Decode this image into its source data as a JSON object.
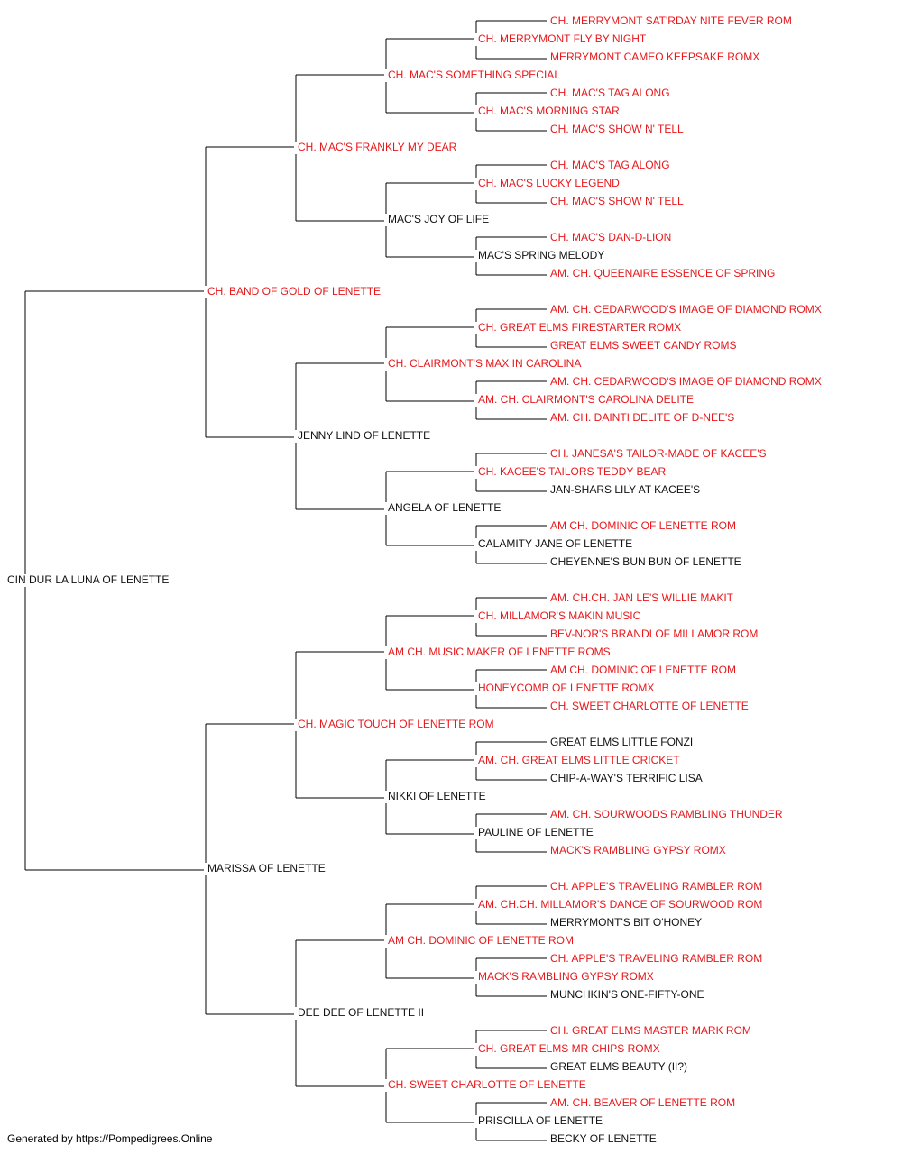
{
  "colors": {
    "champion": "#e8171b",
    "normal": "#111111",
    "line": "#000000"
  },
  "footer": "Generated by https://Pompedigrees.Online",
  "pedigree": {
    "name": "CIN DUR LA LUNA OF LENETTE",
    "champion": false,
    "sire": {
      "name": "CH. BAND OF GOLD OF LENETTE",
      "champion": true,
      "sire": {
        "name": "CH. MAC'S FRANKLY MY DEAR",
        "champion": true,
        "sire": {
          "name": "CH. MAC'S SOMETHING SPECIAL",
          "champion": true,
          "sire": {
            "name": "CH. MERRYMONT FLY BY NIGHT",
            "champion": true,
            "sire": {
              "name": "CH. MERRYMONT SAT'RDAY NITE FEVER ROM",
              "champion": true
            },
            "dam": {
              "name": "MERRYMONT CAMEO KEEPSAKE ROMX",
              "champion": true
            }
          },
          "dam": {
            "name": "CH. MAC'S MORNING STAR",
            "champion": true,
            "sire": {
              "name": "CH. MAC'S TAG ALONG",
              "champion": true
            },
            "dam": {
              "name": "CH. MAC'S SHOW N' TELL",
              "champion": true
            }
          }
        },
        "dam": {
          "name": "MAC'S JOY OF LIFE",
          "champion": false,
          "sire": {
            "name": "CH. MAC'S LUCKY LEGEND",
            "champion": true,
            "sire": {
              "name": "CH. MAC'S TAG ALONG",
              "champion": true
            },
            "dam": {
              "name": "CH. MAC'S SHOW N' TELL",
              "champion": true
            }
          },
          "dam": {
            "name": "MAC'S SPRING MELODY",
            "champion": false,
            "sire": {
              "name": "CH. MAC'S DAN-D-LION",
              "champion": true
            },
            "dam": {
              "name": "AM. CH. QUEENAIRE ESSENCE OF SPRING",
              "champion": true
            }
          }
        }
      },
      "dam": {
        "name": "JENNY LIND OF LENETTE",
        "champion": false,
        "sire": {
          "name": "CH. CLAIRMONT'S MAX IN CAROLINA",
          "champion": true,
          "sire": {
            "name": "CH. GREAT ELMS FIRESTARTER ROMX",
            "champion": true,
            "sire": {
              "name": "AM. CH. CEDARWOOD'S IMAGE OF DIAMOND ROMX",
              "champion": true
            },
            "dam": {
              "name": "GREAT ELMS SWEET CANDY ROMS",
              "champion": true
            }
          },
          "dam": {
            "name": "AM. CH. CLAIRMONT'S CAROLINA DELITE",
            "champion": true,
            "sire": {
              "name": "AM. CH. CEDARWOOD'S IMAGE OF DIAMOND ROMX",
              "champion": true
            },
            "dam": {
              "name": "AM. CH. DAINTI DELITE OF D-NEE'S",
              "champion": true
            }
          }
        },
        "dam": {
          "name": "ANGELA OF LENETTE",
          "champion": false,
          "sire": {
            "name": "CH. KACEE'S TAILORS TEDDY BEAR",
            "champion": true,
            "sire": {
              "name": "CH. JANESA'S TAILOR-MADE OF KACEE'S",
              "champion": true
            },
            "dam": {
              "name": "JAN-SHARS LILY AT KACEE'S",
              "champion": false
            }
          },
          "dam": {
            "name": "CALAMITY JANE OF LENETTE",
            "champion": false,
            "sire": {
              "name": "AM CH. DOMINIC OF LENETTE ROM",
              "champion": true
            },
            "dam": {
              "name": "CHEYENNE'S BUN BUN OF LENETTE",
              "champion": false
            }
          }
        }
      }
    },
    "dam": {
      "name": "MARISSA OF LENETTE",
      "champion": false,
      "sire": {
        "name": "CH. MAGIC TOUCH OF LENETTE ROM",
        "champion": true,
        "sire": {
          "name": "AM CH. MUSIC MAKER OF LENETTE ROMS",
          "champion": true,
          "sire": {
            "name": "CH. MILLAMOR'S MAKIN MUSIC",
            "champion": true,
            "sire": {
              "name": "AM. CH.CH. JAN LE'S WILLIE MAKIT",
              "champion": true
            },
            "dam": {
              "name": "BEV-NOR'S BRANDI OF MILLAMOR ROM",
              "champion": true
            }
          },
          "dam": {
            "name": "HONEYCOMB OF LENETTE ROMX",
            "champion": true,
            "sire": {
              "name": "AM CH. DOMINIC OF LENETTE ROM",
              "champion": true
            },
            "dam": {
              "name": "CH. SWEET CHARLOTTE OF LENETTE",
              "champion": true
            }
          }
        },
        "dam": {
          "name": "NIKKI OF LENETTE",
          "champion": false,
          "sire": {
            "name": "AM. CH. GREAT ELMS LITTLE CRICKET",
            "champion": true,
            "sire": {
              "name": "GREAT ELMS LITTLE FONZI",
              "champion": false
            },
            "dam": {
              "name": "CHIP-A-WAY'S TERRIFIC LISA",
              "champion": false
            }
          },
          "dam": {
            "name": "PAULINE OF LENETTE",
            "champion": false,
            "sire": {
              "name": "AM. CH. SOURWOODS RAMBLING THUNDER",
              "champion": true
            },
            "dam": {
              "name": "MACK'S RAMBLING GYPSY ROMX",
              "champion": true
            }
          }
        }
      },
      "dam": {
        "name": "DEE DEE OF LENETTE II",
        "champion": false,
        "sire": {
          "name": "AM CH. DOMINIC OF LENETTE ROM",
          "champion": true,
          "sire": {
            "name": "AM. CH.CH. MILLAMOR'S DANCE OF SOURWOOD ROM",
            "champion": true,
            "sire": {
              "name": "CH. APPLE'S TRAVELING RAMBLER ROM",
              "champion": true
            },
            "dam": {
              "name": "MERRYMONT'S BIT O'HONEY",
              "champion": false
            }
          },
          "dam": {
            "name": "MACK'S RAMBLING GYPSY ROMX",
            "champion": true,
            "sire": {
              "name": "CH. APPLE'S TRAVELING RAMBLER ROM",
              "champion": true
            },
            "dam": {
              "name": "MUNCHKIN'S ONE-FIFTY-ONE",
              "champion": false
            }
          }
        },
        "dam": {
          "name": "CH. SWEET CHARLOTTE OF LENETTE",
          "champion": true,
          "sire": {
            "name": "CH. GREAT ELMS MR CHIPS ROMX",
            "champion": true,
            "sire": {
              "name": "CH. GREAT ELMS MASTER MARK ROM",
              "champion": true
            },
            "dam": {
              "name": "GREAT ELMS BEAUTY (II?)",
              "champion": false
            }
          },
          "dam": {
            "name": "PRISCILLA OF LENETTE",
            "champion": false,
            "sire": {
              "name": "AM. CH. BEAVER OF LENETTE ROM",
              "champion": true
            },
            "dam": {
              "name": "BECKY OF LENETTE",
              "champion": false
            }
          }
        }
      }
    }
  }
}
